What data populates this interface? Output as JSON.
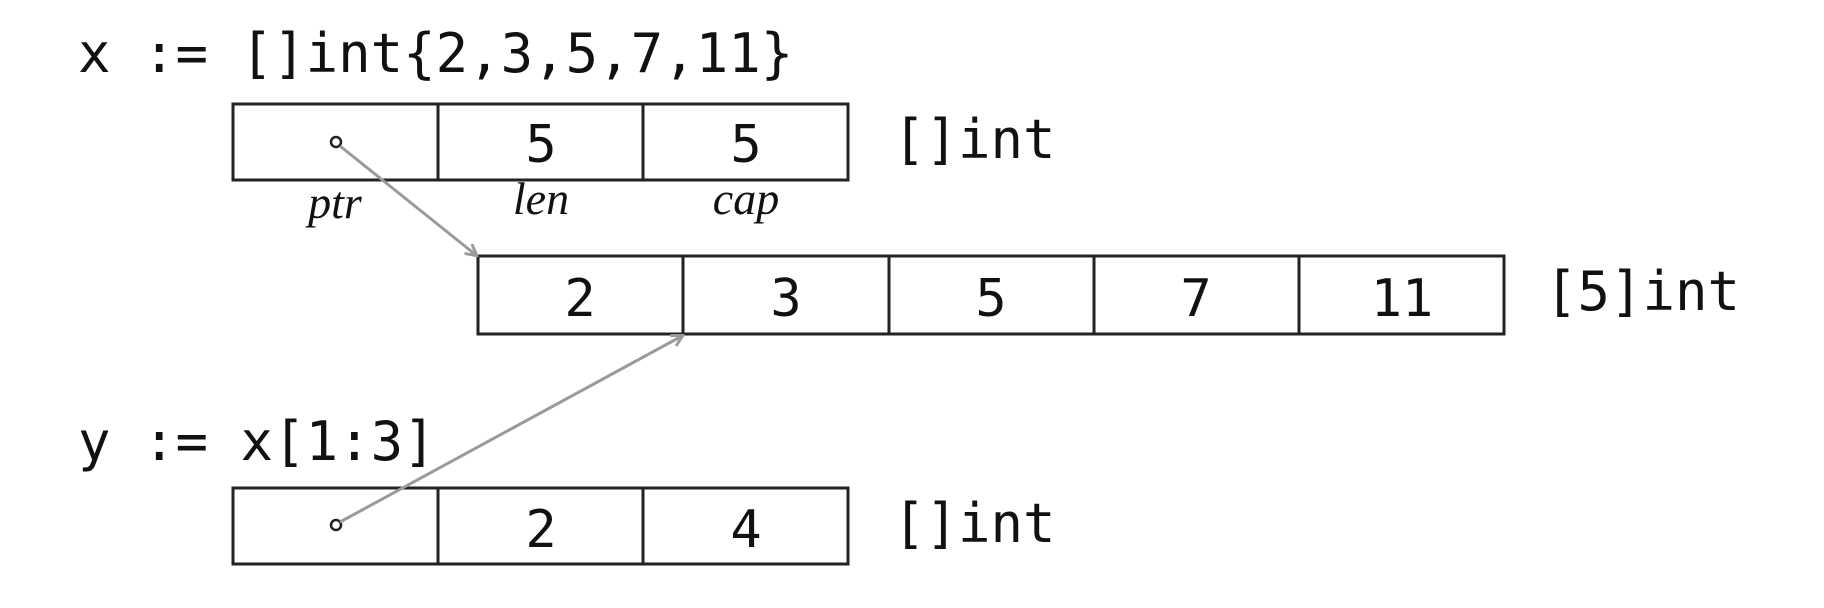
{
  "code": {
    "x_decl": "x := []int{2,3,5,7,11}",
    "y_decl": "y := x[1:3]"
  },
  "slice_x": {
    "cells": [
      "",
      "5",
      "5"
    ],
    "labels": [
      "ptr",
      "len",
      "cap"
    ],
    "type": "[]int"
  },
  "array": {
    "cells": [
      "2",
      "3",
      "5",
      "7",
      "11"
    ],
    "type": "[5]int"
  },
  "slice_y": {
    "cells": [
      "",
      "2",
      "4"
    ],
    "type": "[]int"
  },
  "colors": {
    "line": "#222222",
    "arrow": "#9a9a9a",
    "text": "#111111",
    "background": "#ffffff"
  }
}
